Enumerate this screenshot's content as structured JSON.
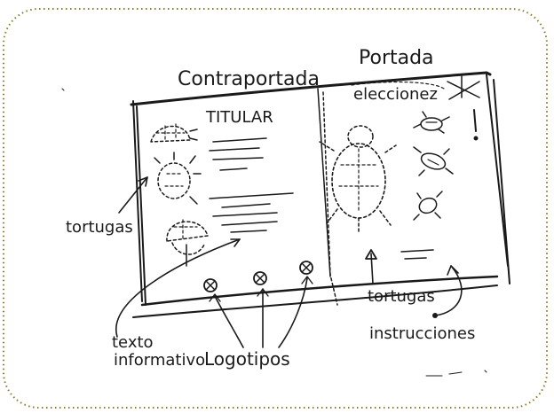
{
  "labels": {
    "contraportada": "Contraportada",
    "portada": "Portada",
    "titular": "TITULAR",
    "tortugas_left": "tortugas",
    "tortugas_bottom": "tortugas",
    "instrucciones": "instrucciones",
    "texto": "texto",
    "informativo": "informativo",
    "logotipos": "Logotipos",
    "portada_title_text": "eleccionez"
  },
  "colors": {
    "ink": "#1a1a1a",
    "frame_dots": "#8a7a2a",
    "paper": "#ffffff"
  }
}
